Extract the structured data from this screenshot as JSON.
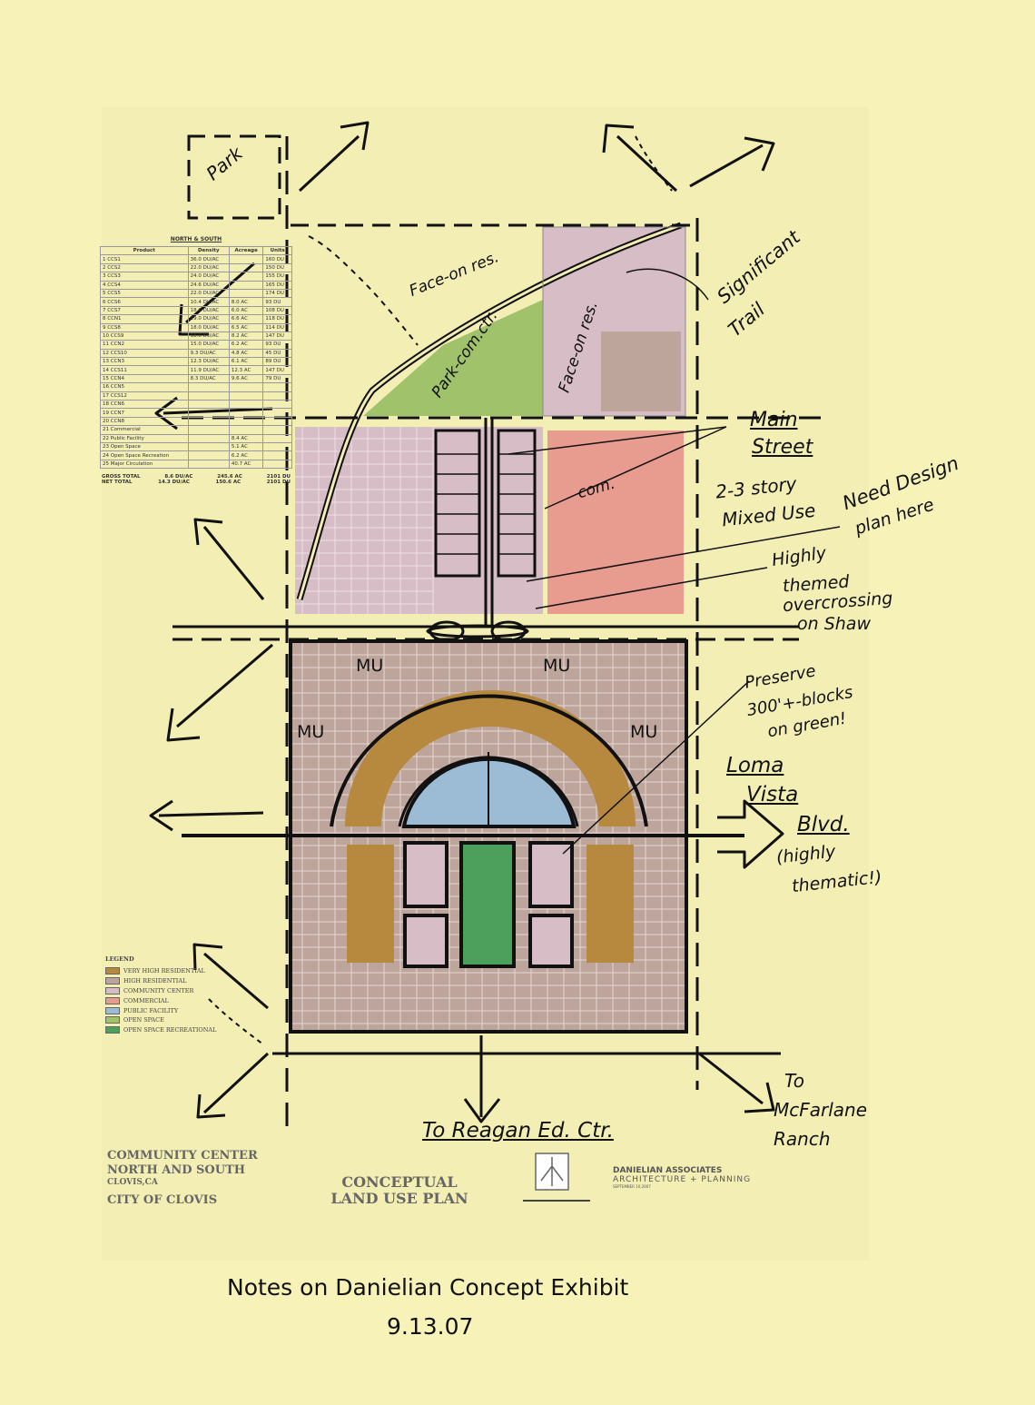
{
  "colors": {
    "paper": "#f3eeb4",
    "very_high_residential": "#b6893f",
    "high_residential": "#bea59c",
    "community_center": "#d7bdc6",
    "commercial": "#e89b8f",
    "public_facility": "#9cbcd6",
    "open_space": "#9fc26b",
    "open_space_recreational": "#4d9f5c",
    "ink": "#111111"
  },
  "table": {
    "title": "NORTH & SOUTH",
    "headers": [
      "Product",
      "Density",
      "Acreage",
      "Units"
    ],
    "rows": [
      [
        "1 CCS1",
        "36.0 DU/AC",
        "",
        "160 DU"
      ],
      [
        "2 CCS2",
        "22.0 DU/AC",
        "",
        "150 DU"
      ],
      [
        "3 CCS3",
        "24.0 DU/AC",
        "",
        "155 DU"
      ],
      [
        "4 CCS4",
        "24.6 DU/AC",
        "",
        "165 DU"
      ],
      [
        "5 CCS5",
        "22.0 DU/AC",
        "",
        "174 DU"
      ],
      [
        "6 CCS6",
        "10.4 DU/AC",
        "8.0 AC",
        "93 DU"
      ],
      [
        "7 CCS7",
        "18.0 DU/AC",
        "6.0 AC",
        "108 DU"
      ],
      [
        "8 CCN1",
        "19.0 DU/AC",
        "6.6 AC",
        "118 DU"
      ],
      [
        "9 CCS8",
        "18.0 DU/AC",
        "6.5 AC",
        "114 DU"
      ],
      [
        "10 CCS9",
        "18.0 DU/AC",
        "8.2 AC",
        "147 DU"
      ],
      [
        "11 CCN2",
        "15.0 DU/AC",
        "6.2 AC",
        "93 DU"
      ],
      [
        "12 CCS10",
        "9.3 DU/AC",
        "4.8 AC",
        "45 DU"
      ],
      [
        "13 CCN3",
        "12.3 DU/AC",
        "6.1 AC",
        "89 DU"
      ],
      [
        "14 CCS11",
        "11.9 DU/AC",
        "12.3 AC",
        "147 DU"
      ],
      [
        "15 CCN4",
        "8.3 DU/AC",
        "9.6 AC",
        "79 DU"
      ],
      [
        "16 CCN5",
        "",
        "",
        ""
      ],
      [
        "17 CCS12",
        "",
        "",
        ""
      ],
      [
        "18 CCN6",
        "",
        "",
        ""
      ],
      [
        "19 CCN7",
        "",
        "",
        ""
      ],
      [
        "20 CCN8",
        "",
        "",
        ""
      ],
      [
        "21 Commercial",
        "",
        "",
        ""
      ],
      [
        "22 Public Facility",
        "",
        "8.4 AC",
        ""
      ],
      [
        "23 Open Space",
        "",
        "5.1 AC",
        ""
      ],
      [
        "24 Open Space Recreation",
        "",
        "6.2 AC",
        ""
      ],
      [
        "25 Major Circulation",
        "",
        "40.7 AC",
        ""
      ]
    ],
    "gross_total": [
      "GROSS TOTAL",
      "8.6 DU/AC",
      "245.6 AC",
      "2101 DU"
    ],
    "net_total": [
      "NET TOTAL",
      "14.3 DU/AC",
      "150.6 AC",
      "2101 DU"
    ]
  },
  "legend": {
    "title": "LEGEND",
    "items": [
      {
        "label": "VERY HIGH RESIDENTIAL",
        "color": "#b6893f"
      },
      {
        "label": "HIGH RESIDENTIAL",
        "color": "#bea59c"
      },
      {
        "label": "COMMUNITY CENTER",
        "color": "#d7bdc6"
      },
      {
        "label": "COMMERCIAL",
        "color": "#e89b8f"
      },
      {
        "label": "PUBLIC FACILITY",
        "color": "#9cbcd6"
      },
      {
        "label": "OPEN SPACE",
        "color": "#9fc26b"
      },
      {
        "label": "OPEN SPACE RECREATIONAL",
        "color": "#4d9f5c"
      }
    ]
  },
  "title_block": {
    "line1": "COMMUNITY CENTER",
    "line2": "NORTH AND SOUTH",
    "line3": "CLOVIS,CA",
    "line4": "CITY OF CLOVIS"
  },
  "plan_title": {
    "line1": "CONCEPTUAL",
    "line2": "LAND USE PLAN"
  },
  "firm": {
    "name": "DANIELIAN ASSOCIATES",
    "discipline": "ARCHITECTURE + PLANNING",
    "date": "SEPTEMBER 10,2007"
  },
  "notes": {
    "park": "Park",
    "face_on_res_1": "Face-on res.",
    "face_on_res_2": "Face-on res.",
    "park_com_ctr": "Park-com.ctr.",
    "significant": "Significant",
    "trail": "Trail",
    "main": "Main",
    "street": "Street",
    "story": "2-3 story",
    "mixed_use": "Mixed Use",
    "com": "com.",
    "need_design": "Need Design",
    "plan_here": "plan here",
    "highly": "Highly",
    "themed": "themed",
    "overcrossing": "overcrossing",
    "on_shaw": "on Shaw",
    "mu_1": "MU",
    "mu_2": "MU",
    "mu_3": "MU",
    "mu_4": "MU",
    "preserve": "Preserve",
    "blocks": "300'+-blocks",
    "on_green": "on green!",
    "loma": "Loma",
    "vista": "Vista",
    "blvd": "Blvd.",
    "highly_thematic_1": "(highly",
    "highly_thematic_2": "thematic!)",
    "to_reagan": "To    Reagan Ed. Ctr.",
    "to": "To",
    "mcfarlane": "McFarlane",
    "ranch": "Ranch",
    "footer_1": "Notes on Danielian Concept Exhibit",
    "footer_2": "9.13.07"
  }
}
